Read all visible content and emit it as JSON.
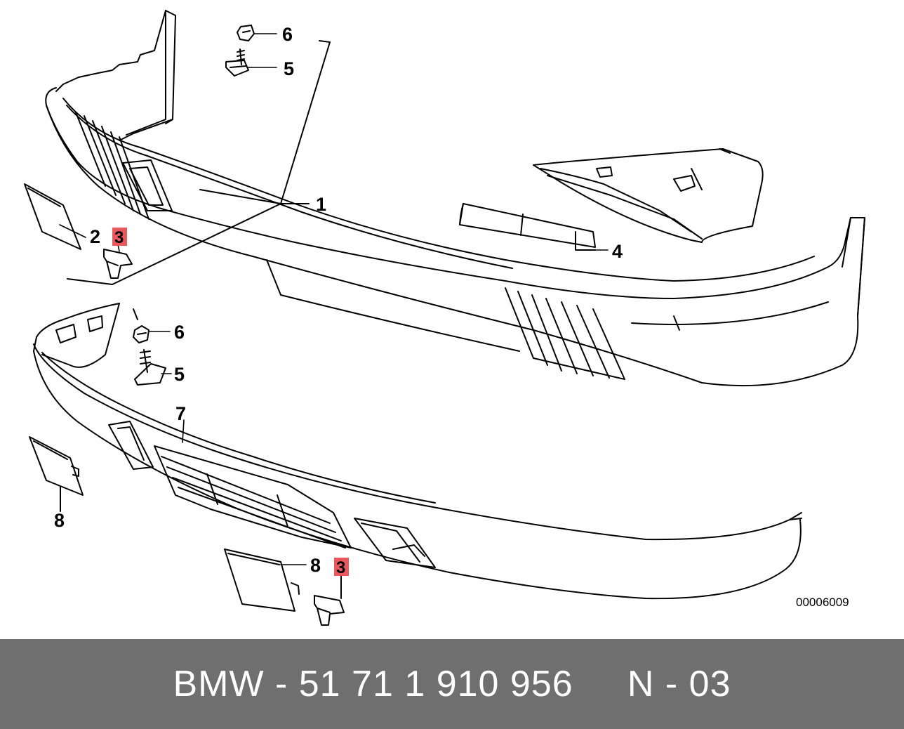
{
  "diagram": {
    "callouts": {
      "upper_1": "1",
      "upper_2": "2",
      "upper_3": "3",
      "upper_4": "4",
      "upper_5": "5",
      "upper_6": "6",
      "lower_3": "3",
      "lower_5": "5",
      "lower_6": "6",
      "lower_7": "7",
      "lower_8_left": "8",
      "lower_8_center": "8"
    },
    "drawing_number": "00006009"
  },
  "footer": {
    "part_text": "BMW - 51 71 1 910 956     N - 03"
  },
  "colors": {
    "footer_background": "#6f6f6f",
    "highlight": "#e8585c",
    "line": "#000000"
  }
}
